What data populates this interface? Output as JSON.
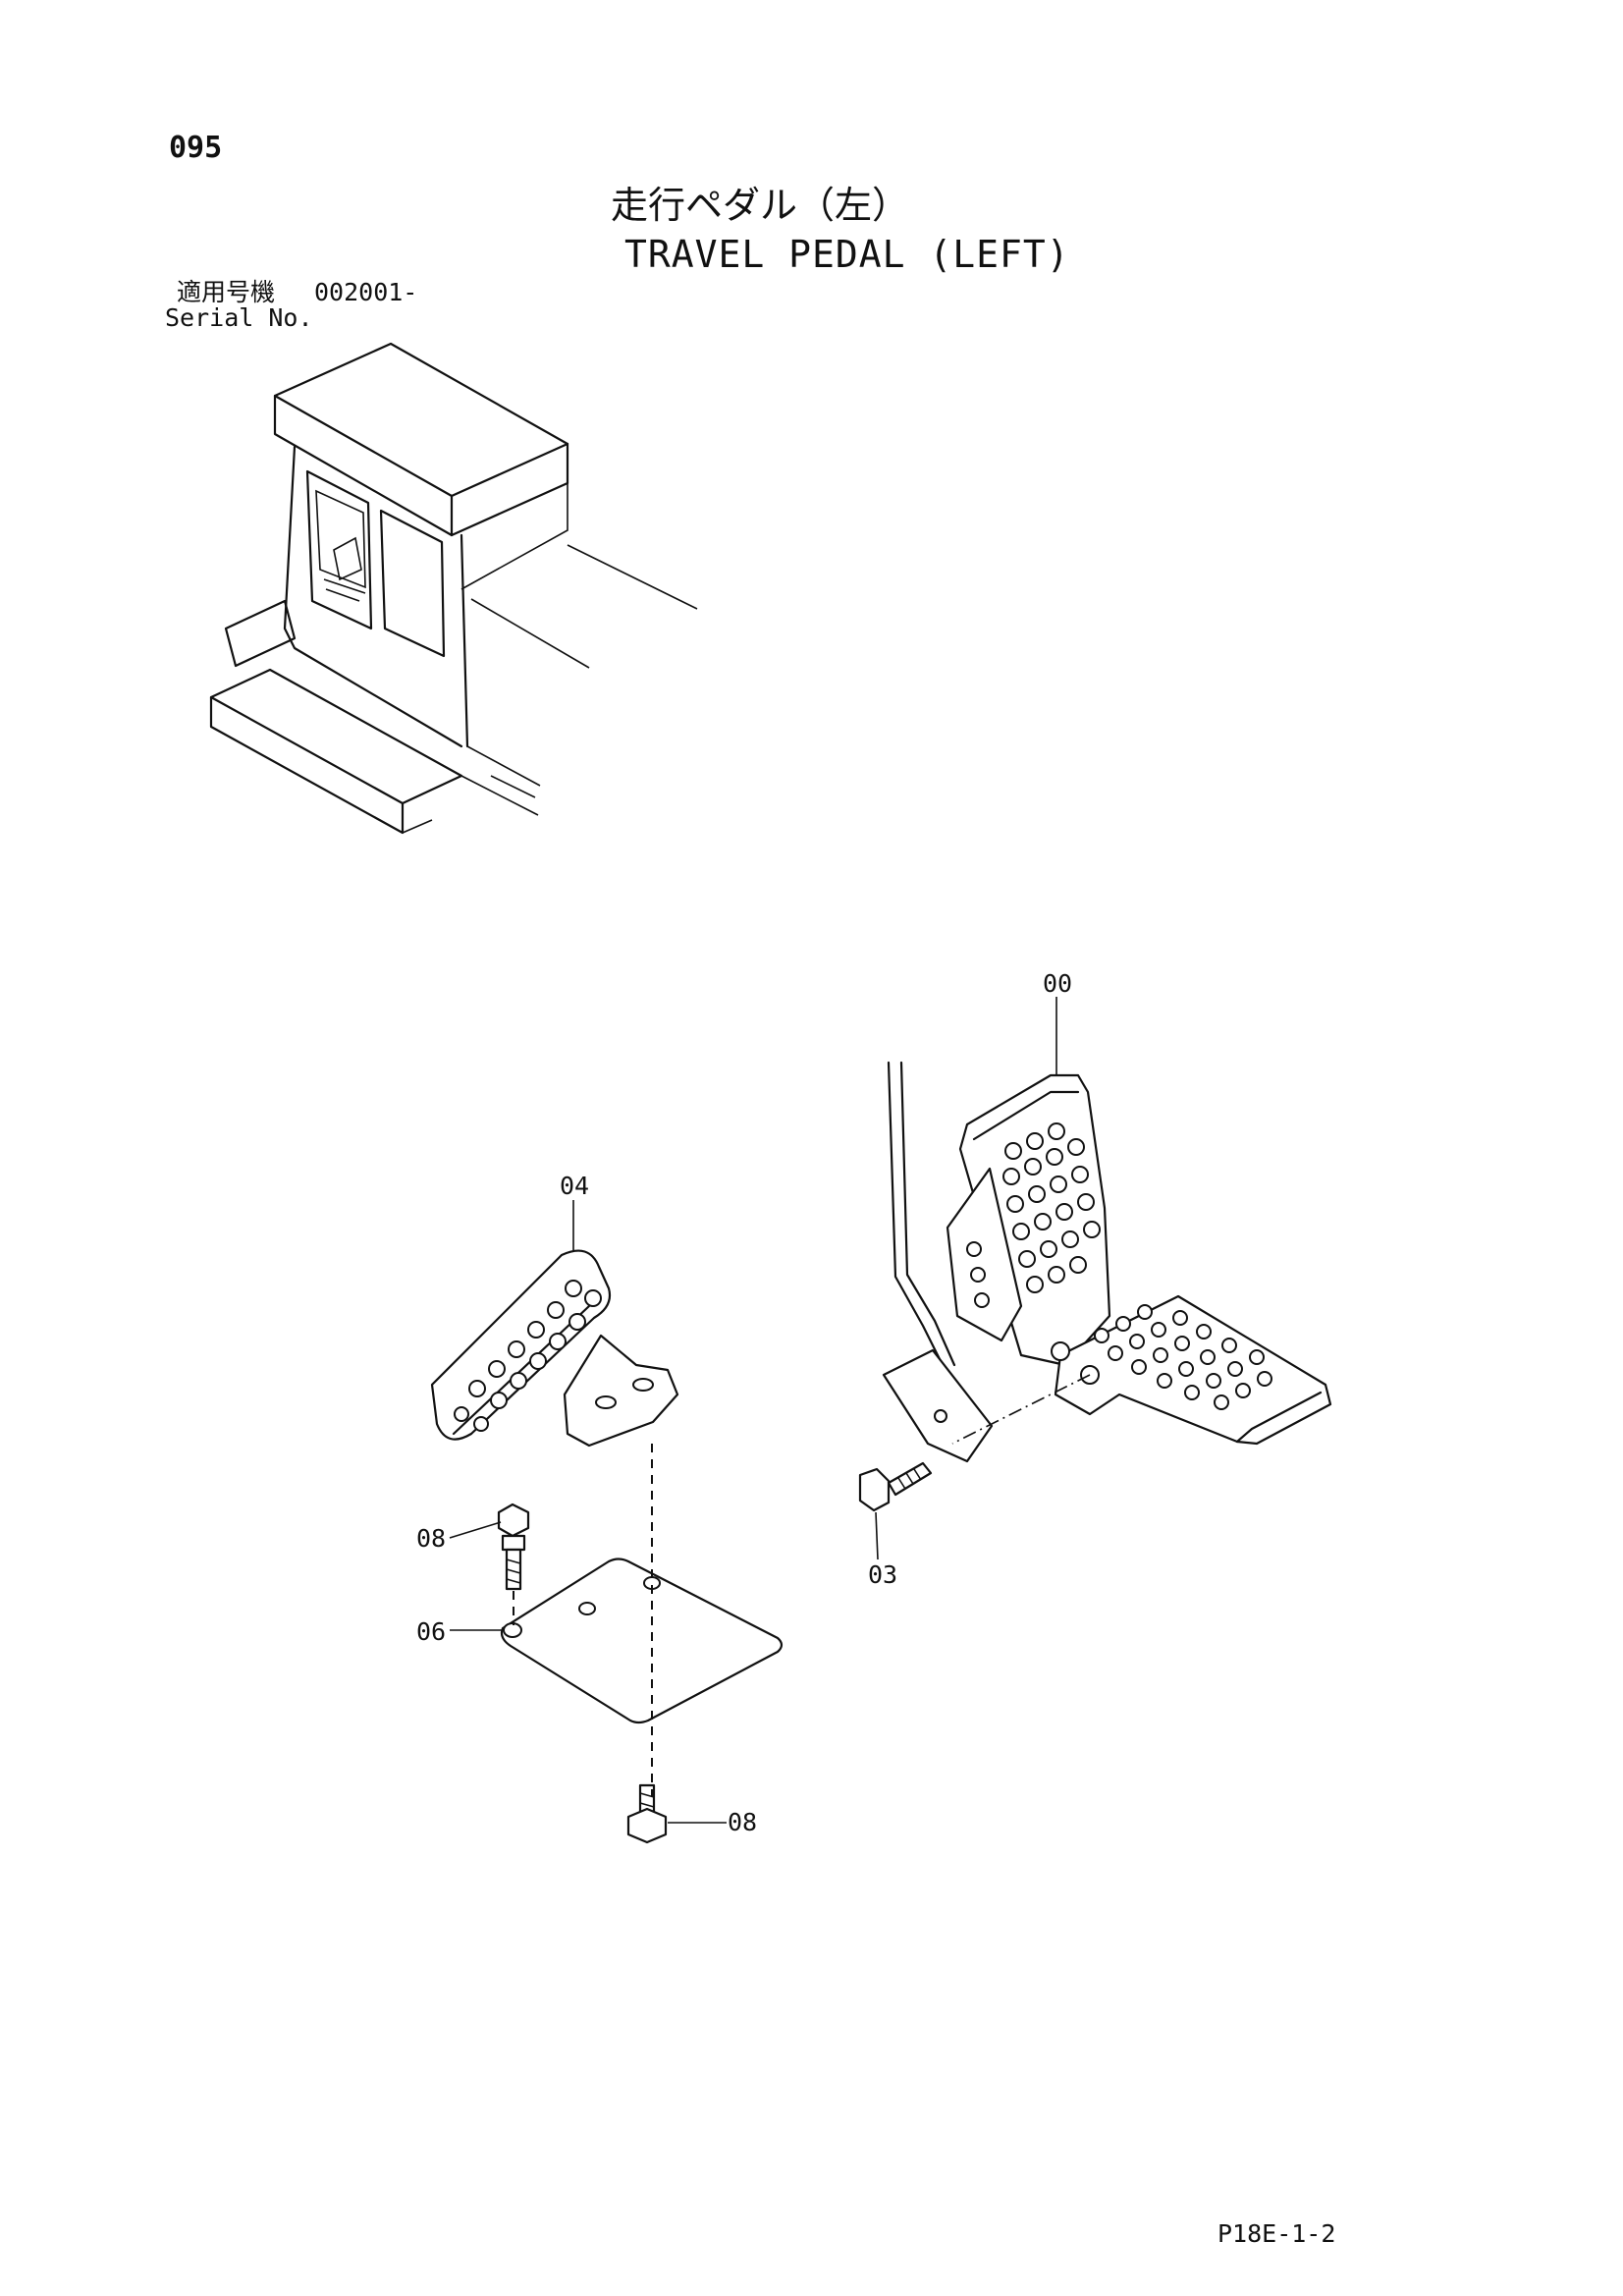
{
  "header": {
    "page_number": "095",
    "title_ja": "走行ペダル（左）",
    "title_en": "TRAVEL PEDAL (LEFT)",
    "serial_label_ja": "適用号機",
    "serial_number": "002001-",
    "serial_label_en": "Serial No."
  },
  "callouts": {
    "c00": "00",
    "c04": "04",
    "c08_top": "08",
    "c06": "06",
    "c03": "03",
    "c08_bottom": "08"
  },
  "footer": {
    "code": "P18E-1-2"
  }
}
